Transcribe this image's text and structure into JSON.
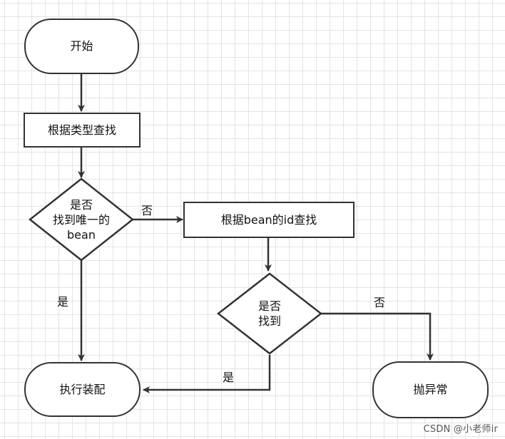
{
  "nodes": {
    "start": {
      "text": "开始"
    },
    "find_by_type": {
      "text": "根据类型查找"
    },
    "unique_decision": {
      "lines": [
        "是否",
        "找到唯一的",
        "bean"
      ]
    },
    "find_by_id": {
      "text": "根据bean的id查找"
    },
    "found_decision": {
      "lines": [
        "是否",
        "找到"
      ]
    },
    "assemble": {
      "text": "执行装配"
    },
    "throw": {
      "text": "抛异常"
    }
  },
  "edge_labels": {
    "unique_no": "否",
    "unique_yes": "是",
    "found_no": "否",
    "found_yes": "是"
  },
  "watermark": "CSDN @小老师ir",
  "colors": {
    "stroke": "#333333",
    "grid": "#e4e4e4",
    "background": "#ffffff"
  }
}
